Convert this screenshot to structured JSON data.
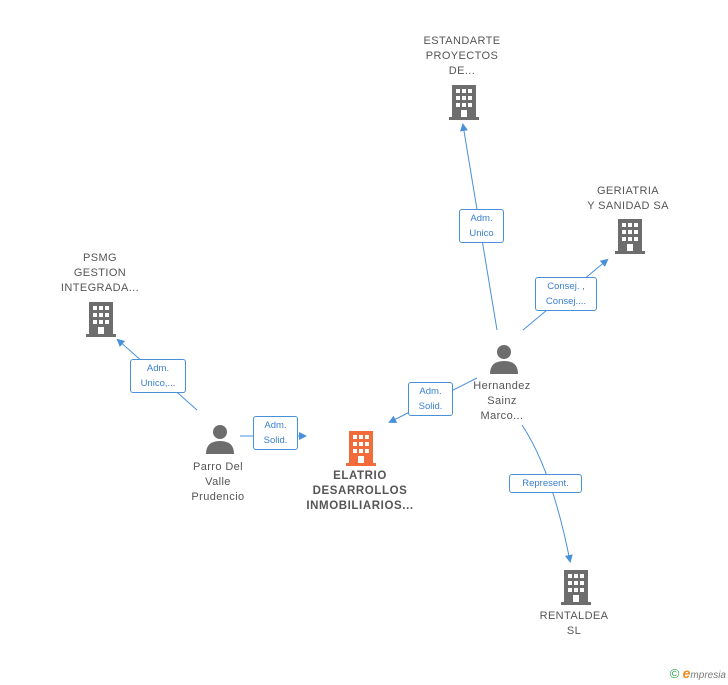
{
  "nodes": {
    "estandarte": {
      "label": "ESTANDARTE\nPROYECTOS\nDE...",
      "type": "company"
    },
    "geriatria": {
      "label": "GERIATRIA\nY SANIDAD SA",
      "type": "company"
    },
    "psmg": {
      "label": "PSMG\nGESTION\nINTEGRADA...",
      "type": "company"
    },
    "hernandez": {
      "label": "Hernandez\nSainz\nMarco...",
      "type": "person"
    },
    "parro": {
      "label": "Parro Del\nValle\nPrudencio",
      "type": "person"
    },
    "elatrio": {
      "label": "ELATRIO\nDESARROLLOS\nINMOBILIARIOS...",
      "type": "company-main"
    },
    "rentaldea": {
      "label": "RENTALDEA\nSL",
      "type": "company"
    }
  },
  "edges": {
    "adm_unico_estandarte": "Adm.\nUnico",
    "consej_geriatria": "Consej. ,\nConsej....",
    "adm_unico_psmg": "Adm.\nUnico,...",
    "adm_solid_hernandez": "Adm.\nSolid.",
    "adm_solid_parro": "Adm.\nSolid.",
    "represent_rentaldea": "Represent."
  },
  "colors": {
    "company": "#6d6d6d",
    "main_company": "#f26b3a",
    "person": "#6d6d6d",
    "edge": "#4a90d9"
  },
  "footer": {
    "copyright": "©",
    "brand_e": "e",
    "brand_rest": "mpresia"
  }
}
